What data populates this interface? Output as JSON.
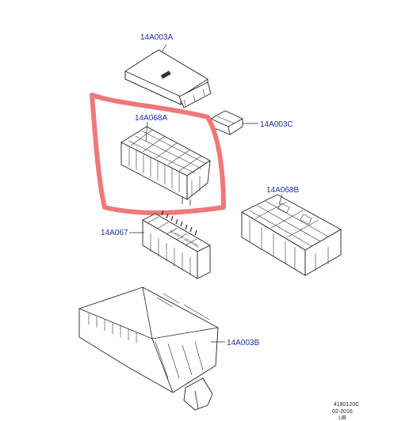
{
  "callouts": {
    "cover": "14A003A",
    "upper_box": "14A068A",
    "small_cover": "14A003C",
    "module_right": "14A068B",
    "fuse_block": "14A067",
    "lower_tray": "14A003B"
  },
  "fuse_block_label": "SCRAP IF DROPPED",
  "footer": {
    "drawing_number": "4180120C",
    "date": "02-2016",
    "code": "UB"
  },
  "colors": {
    "callout_text": "#1c2fa8",
    "highlight": "#f07878"
  },
  "highlight_target": "upper_box"
}
